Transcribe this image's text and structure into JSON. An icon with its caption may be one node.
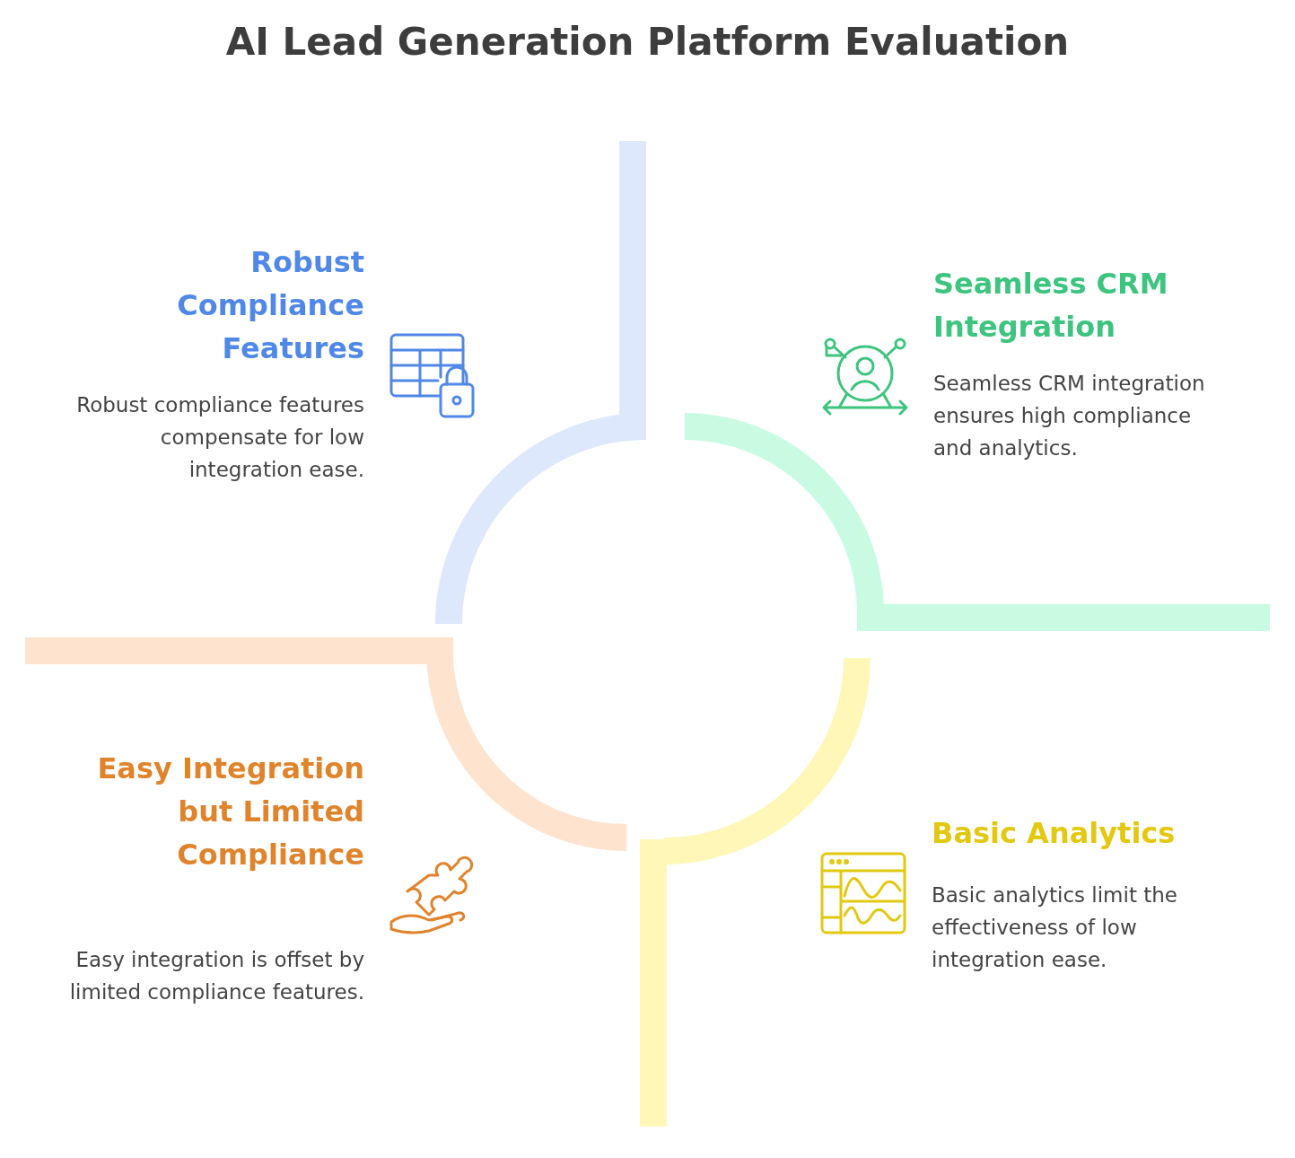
{
  "diagram": {
    "title": "AI Lead Generation Platform Evaluation",
    "labels": [
      "Robust Compliance Features",
      "Robust compliance features compensate for low integration ease.",
      "Seamless CRM Integration",
      "Seamless CRM integration ensures high compliance and analytics.",
      "Easy Integration but Limited Compliance",
      "Easy integration is offset by limited compliance features.",
      "Basic Analytics",
      "Basic analytics limit the effectiveness of low integration ease."
    ]
  }
}
